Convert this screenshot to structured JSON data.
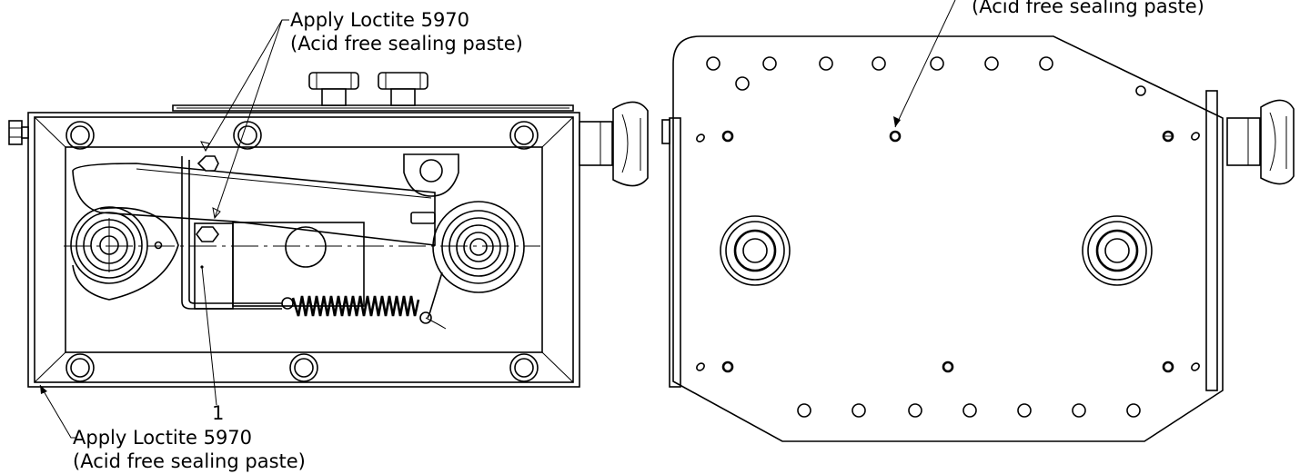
{
  "callouts": {
    "top_left": {
      "line1": "Apply Loctite 5970",
      "line2": "(Acid free sealing paste)"
    },
    "top_right": {
      "line2": "(Acid free sealing paste)"
    },
    "bottom_left": {
      "line1": "Apply Loctite 5970",
      "line2": "(Acid free sealing paste)"
    },
    "item_number": "1"
  },
  "colors": {
    "ink": "#000000",
    "paper": "#ffffff"
  }
}
